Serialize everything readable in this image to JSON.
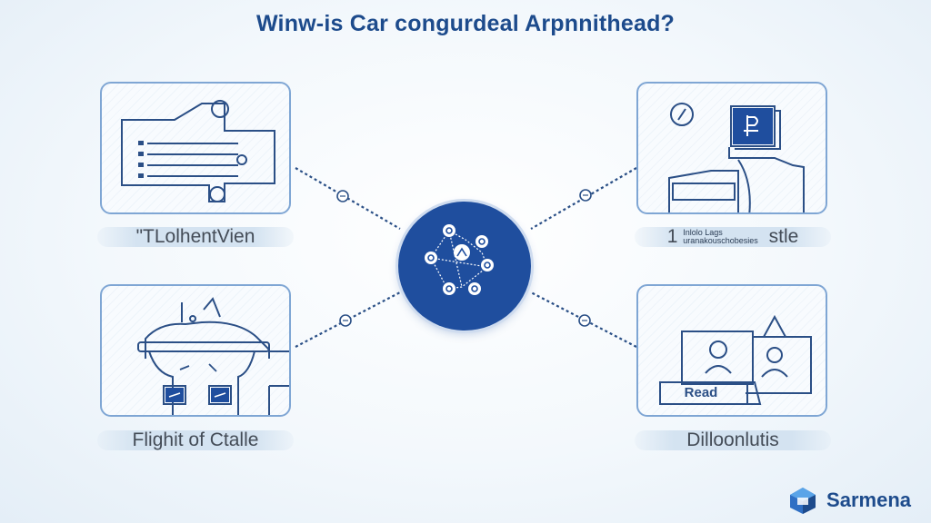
{
  "title": "Winw-is Car congurdeal Arpnnithead?",
  "cards": {
    "top_left": {
      "label": "\"TLolhentVien"
    },
    "top_right": {
      "label": "stle",
      "label_prefix": "1",
      "small_line1": "Inlolo Lags",
      "small_line2": "uranakouschobesies"
    },
    "bottom_left": {
      "label": "Flighit of Ctalle"
    },
    "bottom_right": {
      "label": "Dilloonlutis",
      "button_label": "Read"
    }
  },
  "brand": {
    "name": "Sarmena"
  },
  "colors": {
    "primary": "#1f4e9e",
    "line": "#2a4f86",
    "card_border": "#7fa6d4"
  }
}
